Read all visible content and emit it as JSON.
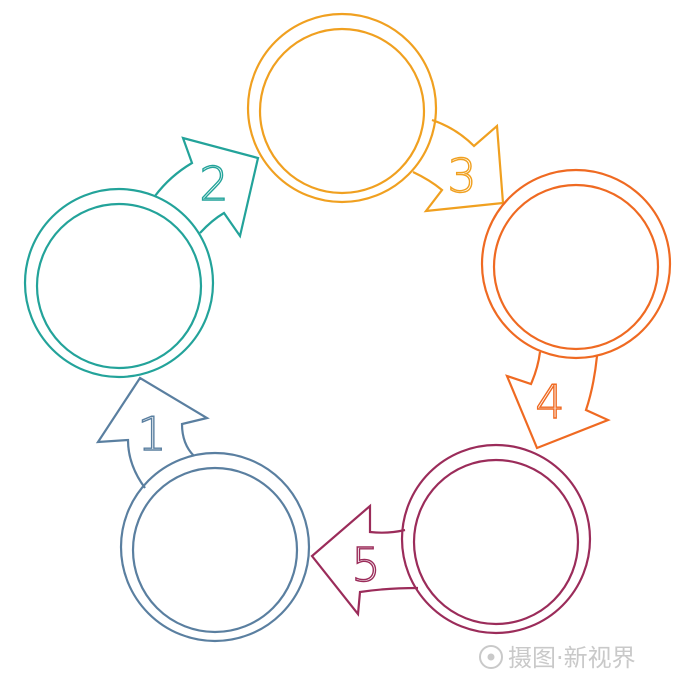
{
  "diagram": {
    "steps": [
      {
        "number": "1",
        "color": "#5a7fa0"
      },
      {
        "number": "2",
        "color": "#23a39a"
      },
      {
        "number": "3",
        "color": "#f0a020"
      },
      {
        "number": "4",
        "color": "#ef6a22"
      },
      {
        "number": "5",
        "color": "#9b2c5a"
      }
    ]
  },
  "watermark": {
    "text": "摄图·新视界",
    "color": "#c9c9c9"
  }
}
